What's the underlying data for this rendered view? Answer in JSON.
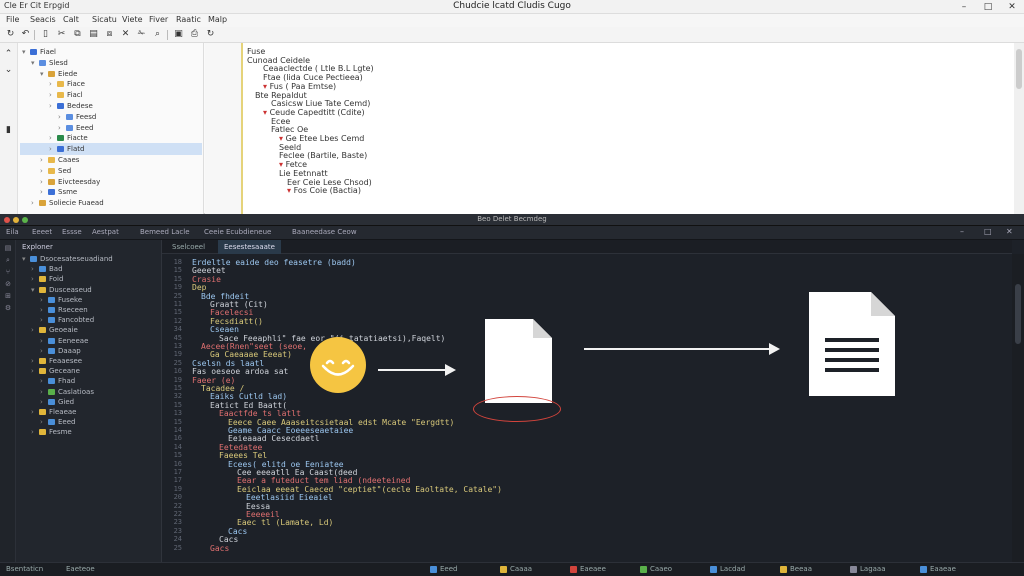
{
  "top_window": {
    "title": "Chudcie lcatd Cludis Cugo",
    "title_left": "Cle  Er  Cit  Erpgid",
    "window_controls": [
      "–",
      "□",
      "✕"
    ],
    "menu": [
      "File",
      "Seacis",
      "Calt",
      "Sicatu",
      "Viete",
      "Fiver",
      "Raatic",
      "Malp"
    ],
    "tree": [
      {
        "label": "Fiael",
        "color": "#3b6fd6",
        "expanded": true
      },
      {
        "label": "Slesd",
        "color": "#5b8ee0",
        "expanded": true
      },
      {
        "label": "Eiede",
        "color": "#d9a33a",
        "expanded": true
      },
      {
        "label": "Fiace",
        "color": "#e8b84a"
      },
      {
        "label": "Fiacl",
        "color": "#e8b84a"
      },
      {
        "label": "Bedese",
        "color": "#3b6fd6"
      },
      {
        "label": "Feesd",
        "color": "#5b8ee0"
      },
      {
        "label": "Eeed",
        "color": "#5b8ee0"
      },
      {
        "label": "Fiacte",
        "color": "#2a8a4a"
      },
      {
        "label": "Flatd",
        "color": "#3b6fd6",
        "selected": true
      },
      {
        "label": "Caaes",
        "color": "#e8b84a"
      },
      {
        "label": "Sed",
        "color": "#e8b84a"
      },
      {
        "label": "Eivcteesday",
        "color": "#d9a33a"
      },
      {
        "label": "Ssme",
        "color": "#3b6fd6"
      },
      {
        "label": "Soliecie Fuaead",
        "color": "#d9a33a"
      }
    ],
    "code": [
      "Fuse",
      "Cunoad Ceidele",
      "Ceaaclectde ( Ltle B.L Lgte)",
      "Ftae (lida Cuce Pectieea)",
      "Fus ( Paa Emtse)",
      "Bte Repaldut",
      "Casicsw Liue Tate Cemd)",
      "Ceude Capedtitt (Cdite)",
      "Ecee",
      "Fatlec Oe",
      "Ge Etee Lbes Cemd",
      "Seeld",
      "Feclee (Bartile, Baste)",
      "Fetce",
      "Lie Eetnnatt",
      "Eer Ceie Lese Chsod)",
      "Fos Coie (Bactia)"
    ]
  },
  "dark_window": {
    "title": "Beo Delet Becmdeg",
    "menu": [
      "Eila",
      "Eeeet",
      "Essse",
      "Aestpat",
      "Bemeed Lacle",
      "Ceeie Ecubdieneue",
      "Baaneedase Ceow"
    ],
    "explorer_title": "Exploner",
    "tree": [
      {
        "label": "Dsocesateseuadiand",
        "color": "#4a8fd9",
        "expanded": true
      },
      {
        "label": "Bad",
        "color": "#4a8fd9"
      },
      {
        "label": "Foid",
        "color": "#e0b53a"
      },
      {
        "label": "Dusceaseud",
        "color": "#e0b53a",
        "expanded": true
      },
      {
        "label": "Fuseke",
        "color": "#4a8fd9"
      },
      {
        "label": "Rseceen",
        "color": "#4a8fd9"
      },
      {
        "label": "Fancobted",
        "color": "#4a8fd9"
      },
      {
        "label": "Geoeaie",
        "color": "#e0b53a"
      },
      {
        "label": "Eeneeae",
        "color": "#4a8fd9"
      },
      {
        "label": "Daaap",
        "color": "#4a8fd9"
      },
      {
        "label": "Feaaesee",
        "color": "#e0b53a"
      },
      {
        "label": "Geceane",
        "color": "#e0b53a"
      },
      {
        "label": "Fhad",
        "color": "#4a8fd9"
      },
      {
        "label": "Caslatioas",
        "color": "#5ab04a"
      },
      {
        "label": "Gied",
        "color": "#4a8fd9"
      },
      {
        "label": "Fleaeae",
        "color": "#e0b53a"
      },
      {
        "label": "Eeed",
        "color": "#4a8fd9"
      },
      {
        "label": "Fesme",
        "color": "#e0b53a"
      }
    ],
    "tabs": [
      "Sselcoeel",
      "Eesestesaaate"
    ],
    "code": [
      {
        "t": "Erdeltle eaide deo feasetre (badd)",
        "i": 0
      },
      {
        "t": "Geeetet",
        "i": 0
      },
      {
        "t": "Crasie",
        "i": 0
      },
      {
        "t": "Dep",
        "i": 0
      },
      {
        "t": "Bde fhdeit",
        "i": 1
      },
      {
        "t": "Graatt (Cit)",
        "i": 2
      },
      {
        "t": "Facelecsi",
        "i": 2
      },
      {
        "t": "Fecsdiatt()",
        "i": 2
      },
      {
        "t": "Cseaen",
        "i": 2
      },
      {
        "t": "Sace Feeaphli\" fae eor \"(i,tatatiaetsi),Faqelt)",
        "i": 3
      },
      {
        "t": "Aecee(Rnen\"seet (seoe,",
        "i": 1
      },
      {
        "t": "Ga Caeaaae Eeeat)",
        "i": 2
      },
      {
        "t": "Cselsn ds laatl",
        "i": 0
      },
      {
        "t": "Fas oeseoe ardoa sat",
        "i": 0
      },
      {
        "t": "Faeer (e)",
        "i": 0
      },
      {
        "t": "Tacadee /",
        "i": 1
      },
      {
        "t": "Eaiks Cutld lad)",
        "i": 2
      },
      {
        "t": "Eatict Ed Baatt(",
        "i": 2
      },
      {
        "t": "Eaactfde ts latlt",
        "i": 3
      },
      {
        "t": "Eeece Caee Aaaseitcsietaal edst Mcate \"Eergdtt)",
        "i": 4
      },
      {
        "t": "Geame Caacc Eoeeeseaetaiee",
        "i": 4
      },
      {
        "t": "Eeieaaad Cesecdaetl",
        "i": 4
      },
      {
        "t": "Eetedatee",
        "i": 3
      },
      {
        "t": "Faeees Tel",
        "i": 3
      },
      {
        "t": "Ecees( elitd oe Eeniatee",
        "i": 4
      },
      {
        "t": "Cee eeeatll Ea Caast(deed",
        "i": 5
      },
      {
        "t": "Eear a futeduct tem liad (ndeeteined",
        "i": 5
      },
      {
        "t": "Eeiclaa eeeat Caeced \"ceptiet\"(cecle Eaoltate, Catale\")",
        "i": 5
      },
      {
        "t": "Eeetlasiid Eieaiel",
        "i": 6
      },
      {
        "t": "Eessa",
        "i": 6
      },
      {
        "t": "Eeeeeil",
        "i": 6
      },
      {
        "t": "Eaec tl (Lamate, Ld)",
        "i": 5
      },
      {
        "t": "Cacs",
        "i": 4
      },
      {
        "t": "Cacs",
        "i": 3
      },
      {
        "t": "Gacs",
        "i": 2
      }
    ],
    "line_numbers": [
      "18",
      "15",
      "15",
      "19",
      "25",
      "11",
      "15",
      "12",
      "34",
      "45",
      "13",
      "19",
      "25",
      "16",
      "19",
      "15",
      "32",
      "15",
      "13",
      "15",
      "14",
      "16",
      "14",
      "15",
      "16",
      "17",
      "17",
      "19",
      "20",
      "22",
      "22",
      "23",
      "23",
      "24",
      "25"
    ],
    "status": {
      "left": [
        "Bsentaticn",
        "Eaeteoe"
      ],
      "right": [
        "Eeed",
        "Caaaa",
        "Eaeaee",
        "Caaeo",
        "Lacdad",
        "Beeaa",
        "Lagaaa",
        "Eaaeae"
      ]
    }
  },
  "illustration": {
    "smiley_icon": "smiley-face-icon",
    "doc_icon_1": "blank-document-icon",
    "doc_icon_2": "text-document-icon",
    "colors": {
      "smiley": "#f5c542",
      "arrow": "#f2f2f2",
      "ellipse": "#d2443c",
      "document": "#ffffff"
    }
  }
}
